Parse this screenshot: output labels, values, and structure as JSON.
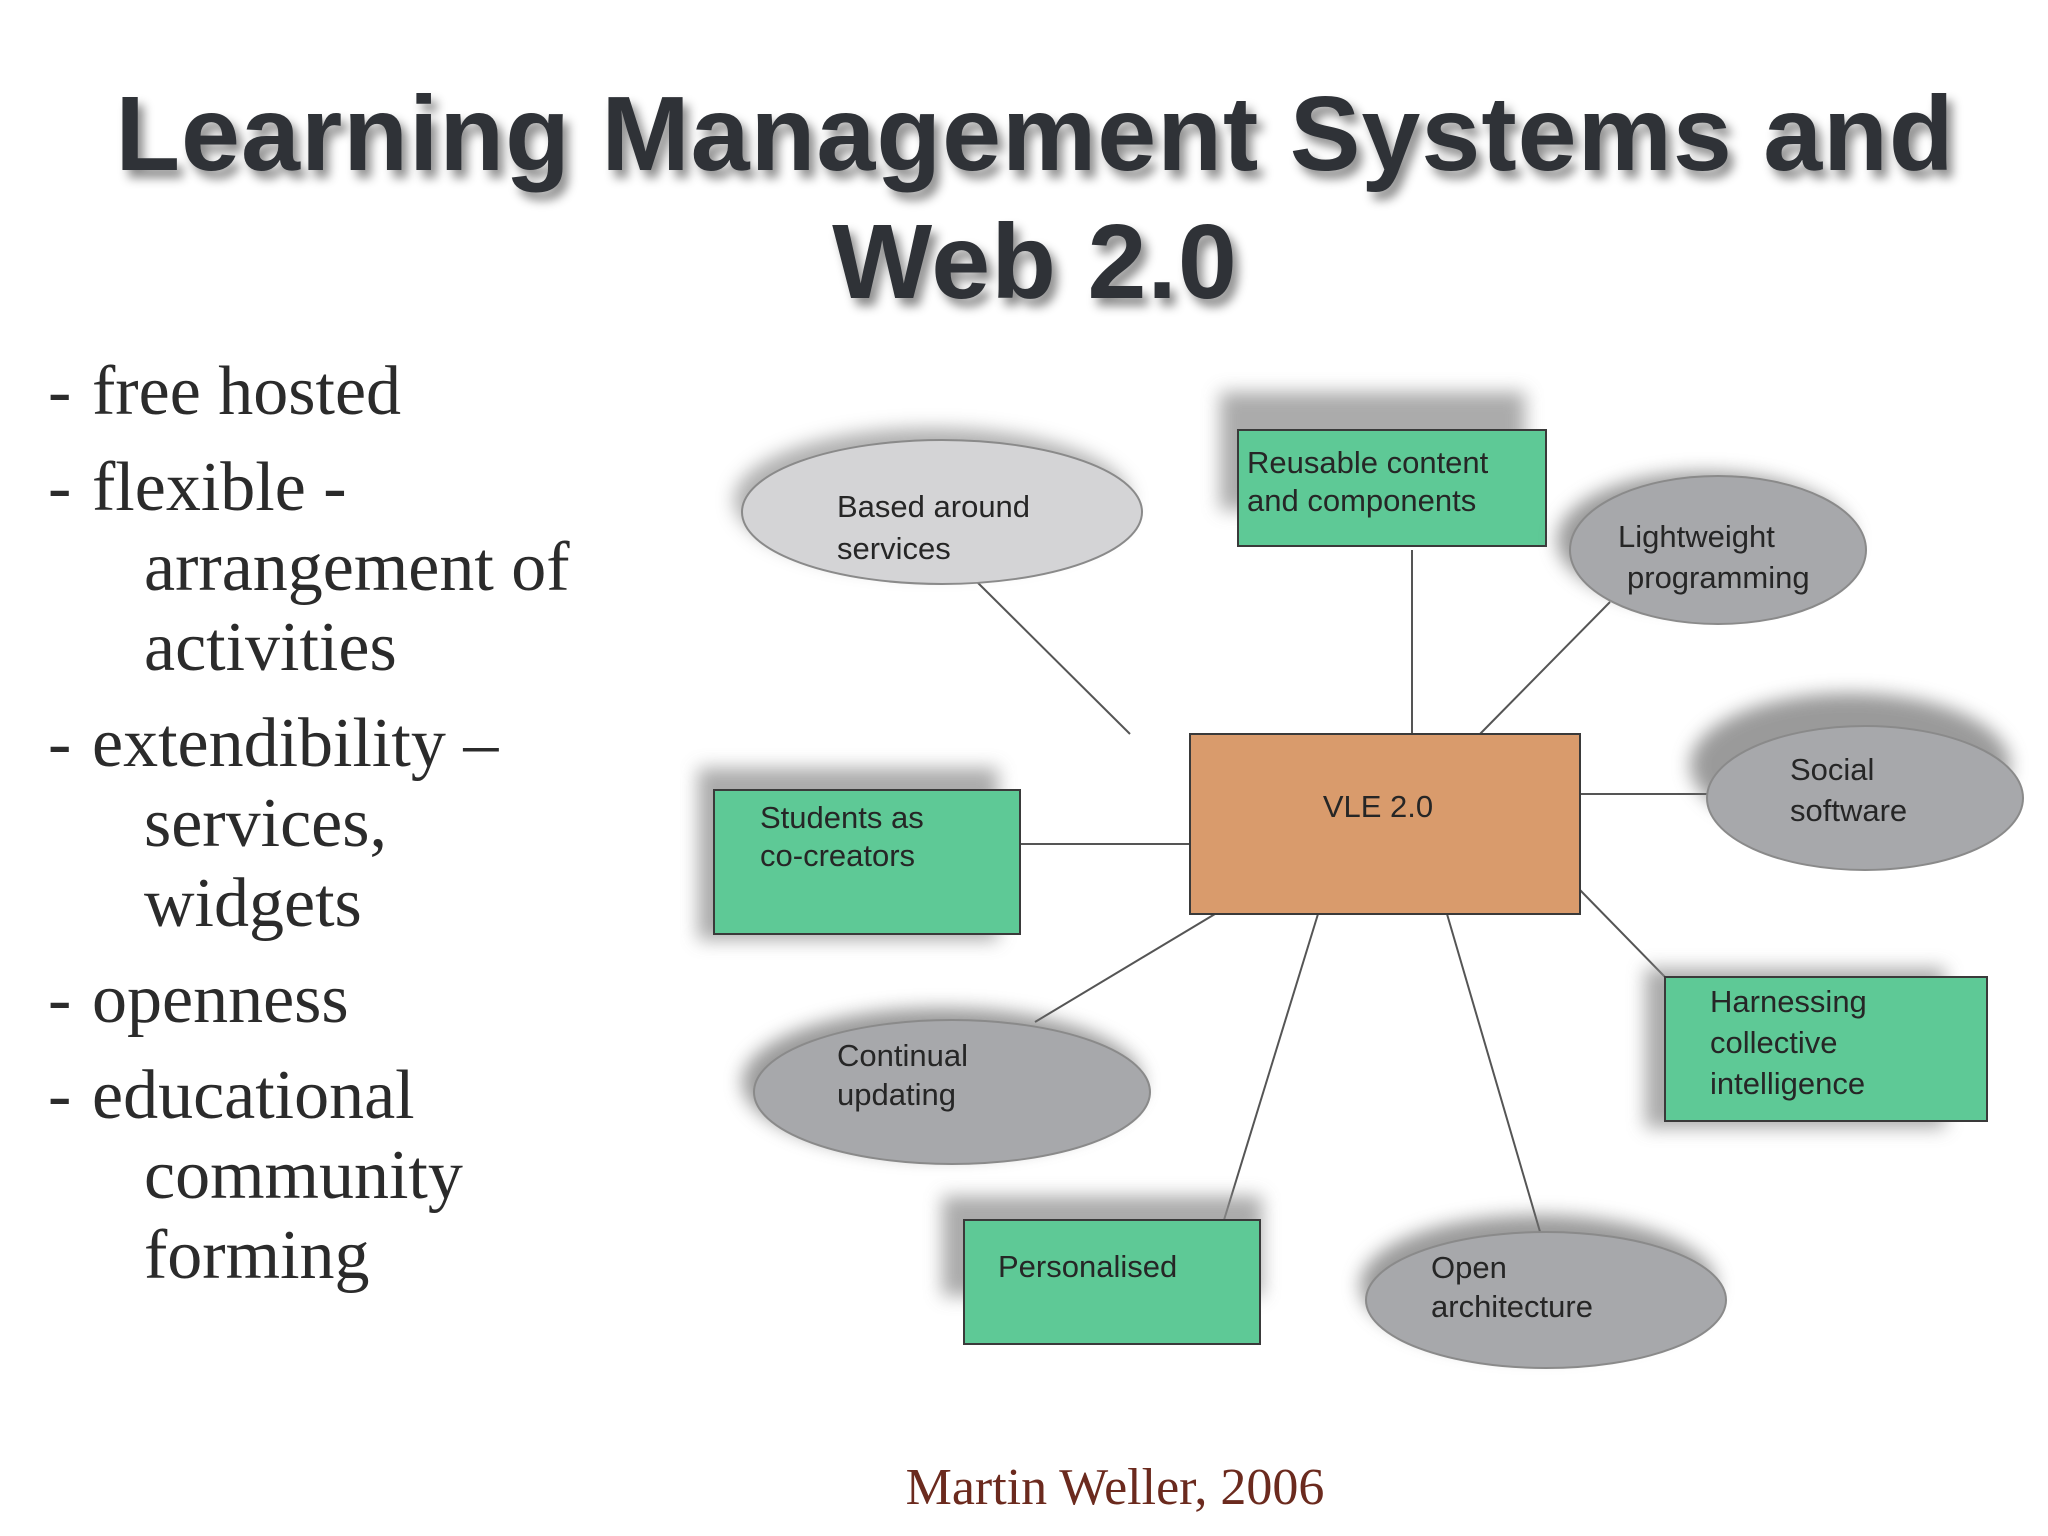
{
  "slide": {
    "title_line1": "Learning Management Systems and",
    "title_line2": "Web 2.0",
    "bullets": [
      {
        "dash": "-",
        "text": "free hosted"
      },
      {
        "dash": "-",
        "text": "flexible - arrangement of activities"
      },
      {
        "dash": "-",
        "text": "extendibility – services, widgets"
      },
      {
        "dash": "-",
        "text": "openness"
      },
      {
        "dash": "-",
        "text": "educational community forming"
      }
    ],
    "credit": "Martin Weller, 2006"
  },
  "diagram": {
    "center": {
      "line1": "VLE 2.0"
    },
    "nodes": {
      "based_around_services": {
        "line1": "Based around",
        "line2": "services"
      },
      "reusable_content": {
        "line1": "Reusable content",
        "line2": "and components"
      },
      "lightweight_programming": {
        "line1": "Lightweight",
        "line2": "programming"
      },
      "social_software": {
        "line1": "Social",
        "line2": "software"
      },
      "students_co_creators": {
        "line1": "Students as",
        "line2": "co-creators"
      },
      "harnessing_intelligence": {
        "line1": "Harnessing",
        "line2": "collective",
        "line3": "intelligence"
      },
      "continual_updating": {
        "line1": "Continual",
        "line2": "updating"
      },
      "personalised": {
        "line1": "Personalised"
      },
      "open_architecture": {
        "line1": "Open",
        "line2": "architecture"
      }
    },
    "colors": {
      "center_fill": "#d99b6c",
      "rect_fill": "#5ec996",
      "ellipse_light_fill": "#d4d4d6",
      "ellipse_dark_fill": "#a7a8ab",
      "stroke": "#3a3a3a"
    }
  }
}
